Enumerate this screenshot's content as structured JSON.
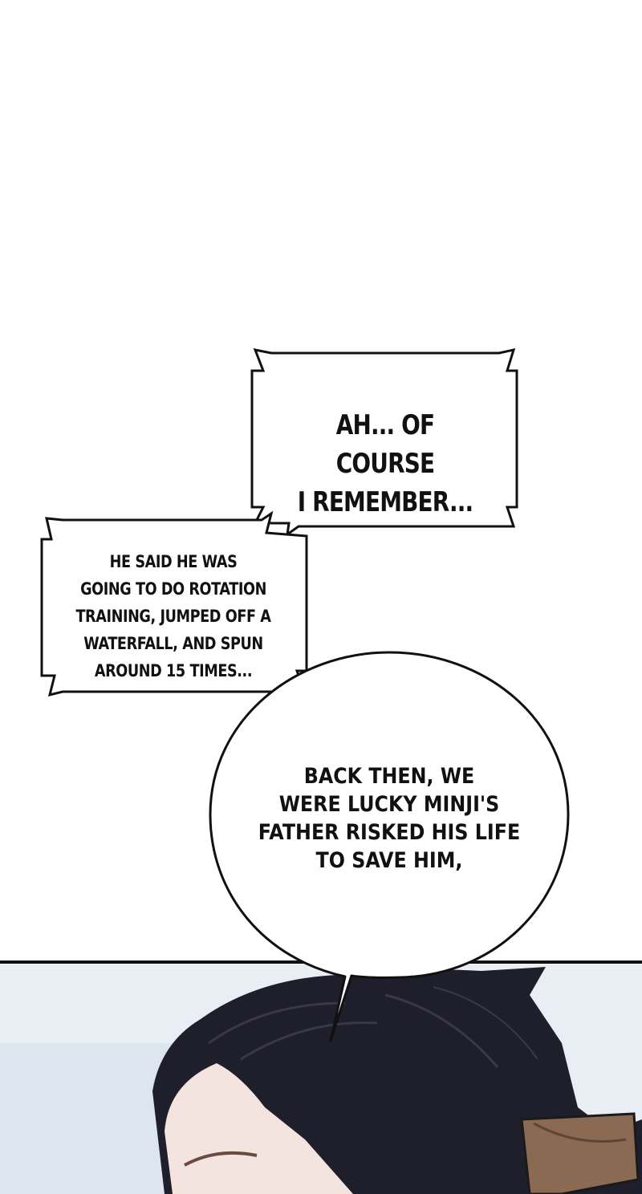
{
  "panel_top": {
    "background": "#ffffff"
  },
  "caption_box_1": {
    "lines": [
      "AH... OF COURSE",
      "I REMEMBER..."
    ]
  },
  "caption_box_2": {
    "lines": [
      "HE SAID HE WAS",
      "GOING TO DO ROTATION",
      "TRAINING, JUMPED OFF A",
      "WATERFALL, AND SPUN",
      "AROUND 15 TIMES..."
    ]
  },
  "speech_bubble": {
    "lines": [
      "BACK THEN, WE",
      "WERE LUCKY MINJI'S",
      "FATHER RISKED HIS LIFE",
      "TO SAVE HIM,"
    ]
  },
  "panel_bottom": {
    "background": "#e8eef3",
    "hair_color": "#1f1e2b",
    "skin_color": "#f3e4df",
    "hair_ornament_color": "#8a6a52",
    "icon": "character-illustration"
  }
}
